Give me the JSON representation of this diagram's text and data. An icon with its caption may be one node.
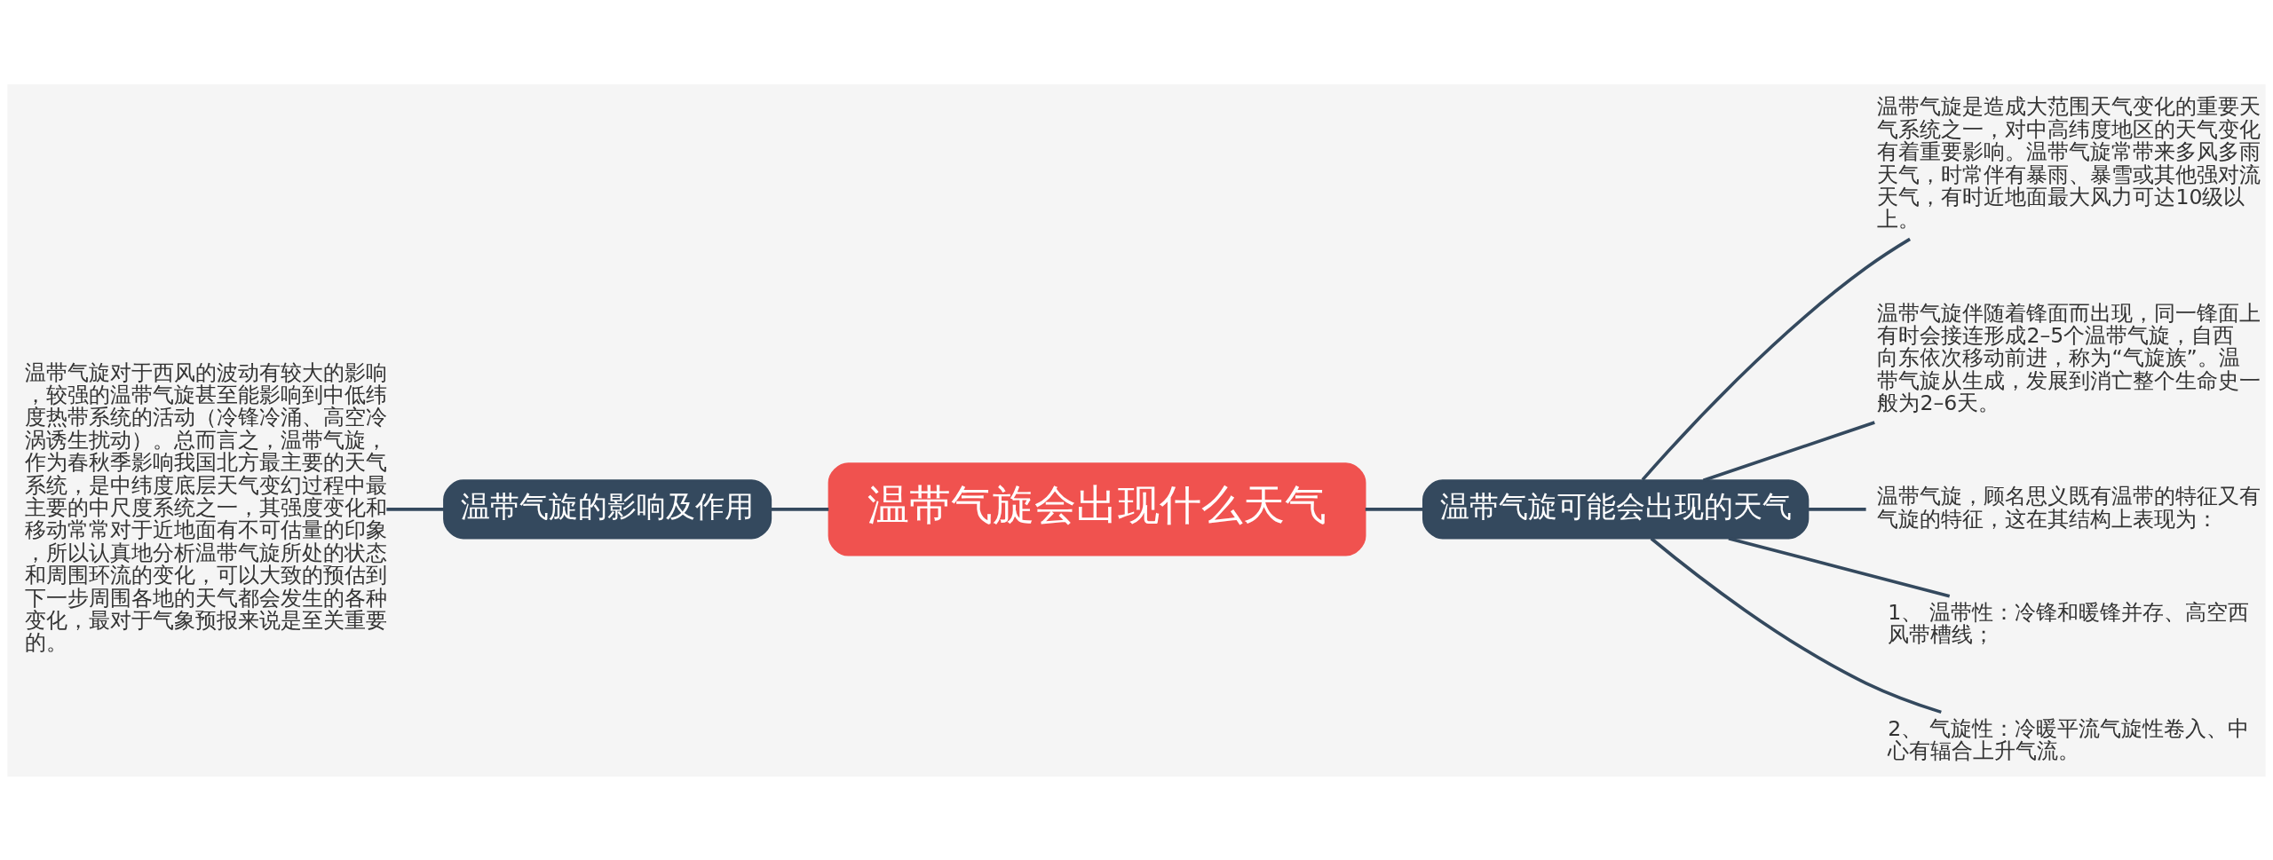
{
  "diagram": {
    "nodes": [
      {
        "text": [
          "温带气旋会出现什么天气"
        ]
      },
      {
        "text": [
          "温带气旋的影响及作用"
        ]
      },
      {
        "text": [
          "温带气旋对于西风的波动有较大的影响，较强的温带气旋甚至能影响到中低纬度热带系统的活动（冷锋冷涌、高空冷涡诱生扰动）。总而言之，温带气旋，作为春秋季影响我国北方最主要的天气系统，是中纬度底层天气变幻过程中最主要的中尺度系统之一，其强度变化和移动常常对于近地面有不可估量的印象，所以认真地分析温带气旋所处的状态和周围环流的变化，可以大致的预估到下一步周围各地的天气都会发生的各种变化，最对于气象预报来说是至关重要的。"
        ]
      },
      {
        "text": [
          "温带气旋可能会出现的天气"
        ]
      },
      {
        "text": [
          "温带气旋是造成大范围天气变化的重要天气系统之一，对中高纬度地区的天气变化有着重要影响。温带气旋常带来多风多雨天气，时常伴有暴雨、暴雪或其他强对流天气，有时近地面最大风力可达10级以上。"
        ]
      },
      {
        "text": [
          "温带气旋伴随着锋面而出现，同一锋面上有时会接连形成2–5个温带气旋，自西向东依次移动前进，称为“气旋族”。温带气旋从生成，发展到消亡整个生命史一般为2–6天。"
        ]
      },
      {
        "text": [
          "温带气旋，顾名思义既有温带的特征又有气旋的特征，这在其结构上表现为："
        ]
      },
      {
        "text": [
          "1、 温带性：冷锋和暖锋并存、高空西风带槽线；"
        ]
      },
      {
        "text": [
          "2、 气旋性：冷暖平流气旋性卷入、中心有辐合上升气流。"
        ]
      }
    ],
    "edges": [
      {
        "from": 2,
        "to": 1,
        "arrow": "none"
      },
      {
        "from": 1,
        "to": 0,
        "arrow": "none"
      },
      {
        "from": 0,
        "to": 3,
        "arrow": "none"
      },
      {
        "from": 3,
        "to": 4,
        "arrow": "none"
      },
      {
        "from": 3,
        "to": 5,
        "arrow": "none"
      },
      {
        "from": 3,
        "to": 6,
        "arrow": "none"
      },
      {
        "from": 3,
        "to": 7,
        "arrow": "none"
      },
      {
        "from": 3,
        "to": 8,
        "arrow": "none"
      }
    ]
  }
}
